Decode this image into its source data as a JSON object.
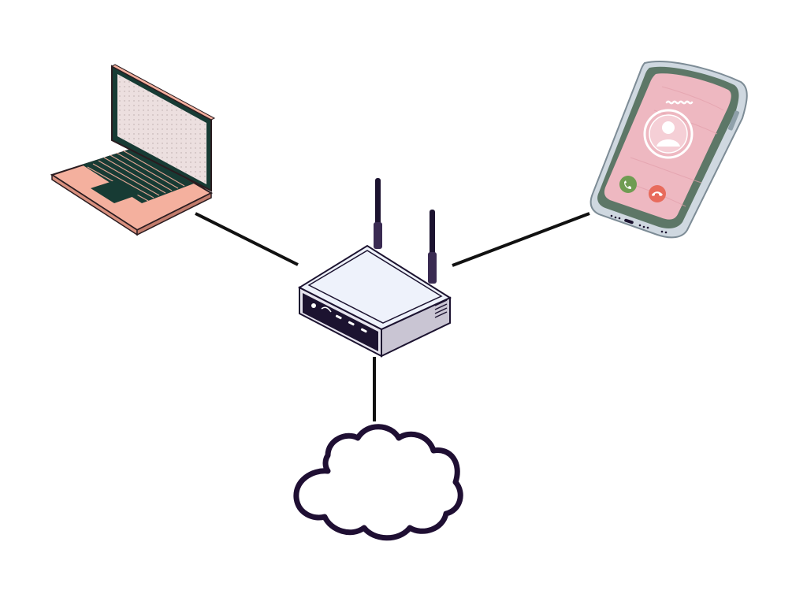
{
  "diagram": {
    "nodes": [
      {
        "id": "laptop",
        "icon": "laptop-icon"
      },
      {
        "id": "smartphone",
        "icon": "smartphone-icon"
      },
      {
        "id": "router",
        "icon": "wifi-router-icon"
      },
      {
        "id": "internet",
        "icon": "cloud-icon"
      }
    ],
    "edges": [
      {
        "from": "laptop",
        "to": "router"
      },
      {
        "from": "smartphone",
        "to": "router"
      },
      {
        "from": "router",
        "to": "internet"
      }
    ]
  },
  "colors": {
    "line": "#111111",
    "outline": "#1f0f33",
    "laptop_body": "#f4b09e",
    "laptop_screen": "#ecdfdf",
    "laptop_frame": "#173b34",
    "phone_frame": "#5d7767",
    "phone_screen": "#eeb8c1",
    "phone_case": "#cfd8e0",
    "call_accept": "#6f9c52",
    "call_decline": "#e86b5c",
    "router_top": "#eef2fb",
    "router_side": "#c9c5d3",
    "router_dark": "#1c1330"
  }
}
